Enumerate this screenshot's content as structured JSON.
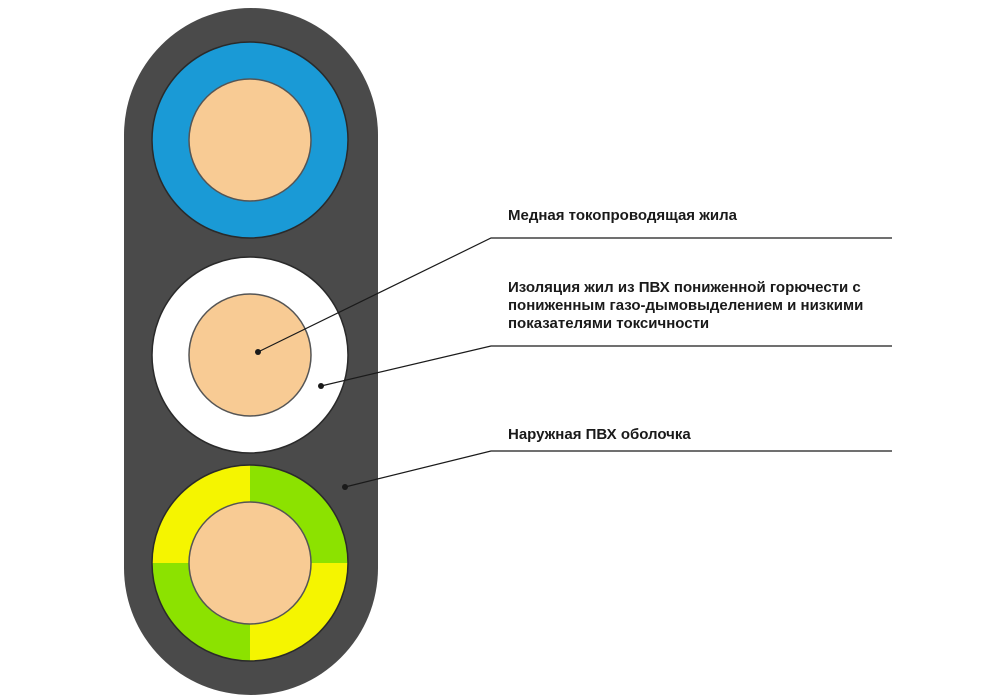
{
  "labels": {
    "copper_core": "Медная токопроводящая жила",
    "insulation": [
      "Изоляция жил из ПВХ пониженной горючести с",
      "пониженным газо-дымовыделением и низкими",
      "показателями токсичности"
    ],
    "outer_sheath": "Наружная ПВХ оболочка"
  },
  "colors": {
    "sheath": "#4a4a4a",
    "copper": "#f8cb94",
    "insulation_blue": "#1a9ad6",
    "insulation_white": "#ffffff",
    "insulation_yellow": "#f5f500",
    "insulation_green": "#8ce200",
    "leader_line": "#1a1a1a"
  }
}
